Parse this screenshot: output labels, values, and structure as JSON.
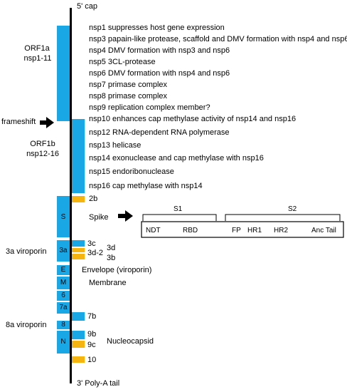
{
  "colors": {
    "blue": "#1aa7e6",
    "gold": "#f5b40f",
    "black": "#000000"
  },
  "labels": {
    "five_prime": "5' cap",
    "three_prime": "3' Poly-A tail",
    "orf1a": "ORF1a",
    "orf1a_sub": "nsp1-11",
    "orf1b": "ORF1b",
    "orf1b_sub": "nsp12-16",
    "frameshift": "frameshift",
    "viro3a": "3a viroporin",
    "viro8a": "8a viroporin",
    "spike": "Spike",
    "envelope": "Envelope (viroporin)",
    "membrane": "Membrane",
    "nucleocapsid": "Nucleocapsid"
  },
  "nsp": [
    "nsp1 suppresses host gene expression",
    "nsp3 papain-like protease, scaffold and DMV formation with nsp4 and nsp6",
    "nsp4 DMV formation with nsp3 and nsp6",
    "nsp5 3CL-protease",
    "nsp6 DMV formation with nsp4 and nsp6",
    "nsp7 primase complex",
    "nsp8 primase complex",
    "nsp9 replication complex member?",
    "nsp10 enhances cap methylase activity of nsp14 and nsp16",
    "nsp12 RNA-dependent RNA polymerase",
    "nsp13 helicase",
    "nsp14 exonuclease and cap methylase with nsp16",
    "nsp15 endoribonuclease",
    "nsp16 cap methylase with nsp14"
  ],
  "blocks": {
    "S": "S",
    "a3": "3a",
    "E": "E",
    "M": "M",
    "six": "6",
    "a7": "7a",
    "eight": "8",
    "N": "N"
  },
  "accessory": {
    "b2": "2b",
    "c3": "3c",
    "d3_2": "3d-2",
    "d3": "3d",
    "b3": "3b",
    "b7": "7b",
    "b9": "9b",
    "c9": "9c",
    "ten": "10"
  },
  "spike_domain": {
    "s1": "S1",
    "s2": "S2",
    "ndt": "NDT",
    "rbd": "RBD",
    "fp": "FP",
    "hr1": "HR1",
    "hr2": "HR2",
    "anc": "Anc Tail"
  }
}
